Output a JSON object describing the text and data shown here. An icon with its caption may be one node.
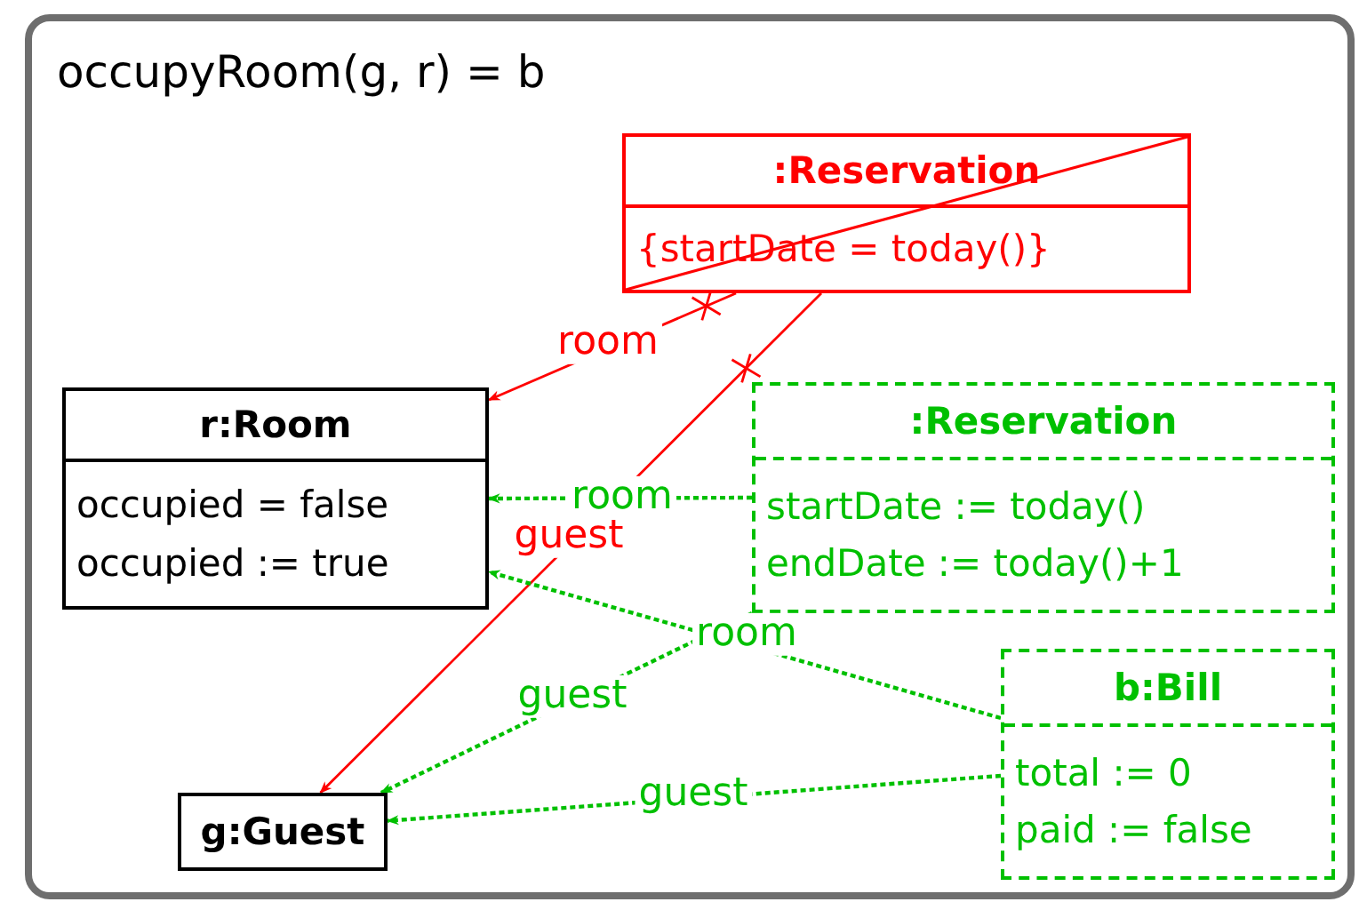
{
  "diagram": {
    "nodes": [
      {
        "text": [
          "occupyRoom(g, r) = b"
        ]
      },
      {
        "text": [
          ":Reservation",
          "{startDate = today()}"
        ],
        "in": 0
      },
      {
        "text": [
          "r:Room",
          "occupied = false",
          "occupied := true"
        ],
        "in": 0
      },
      {
        "text": [
          ":Reservation",
          "startDate := today()",
          "endDate := today()+1"
        ],
        "in": 0
      },
      {
        "text": [
          "b:Bill",
          "total := 0",
          "paid := false"
        ],
        "in": 0
      },
      {
        "text": [
          "g:Guest"
        ],
        "in": 0
      }
    ],
    "edges": [
      {
        "from": 1,
        "to": 2,
        "arrow": "to",
        "label": "room",
        "color": "#ff0000"
      },
      {
        "from": 1,
        "to": 5,
        "arrow": "to",
        "label": "guest",
        "color": "#ff0000"
      },
      {
        "from": 3,
        "to": 2,
        "arrow": "to",
        "label": "room",
        "style": "dashed"
      },
      {
        "from": 3,
        "to": 5,
        "arrow": "to",
        "label": "guest",
        "style": "dashed"
      },
      {
        "from": 4,
        "to": 2,
        "arrow": "to",
        "label": "room",
        "style": "dashed"
      },
      {
        "from": 4,
        "to": 5,
        "arrow": "to",
        "label": "guest",
        "style": "dashed"
      }
    ]
  }
}
